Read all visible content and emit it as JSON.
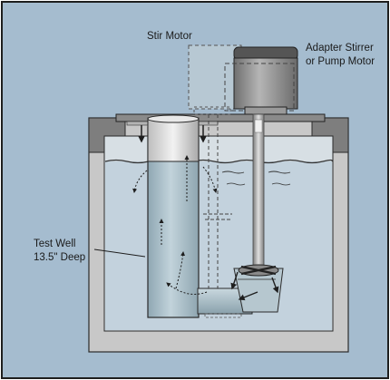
{
  "labels": {
    "stir_motor": "Stir Motor",
    "adapter_line1": "Adapter Stirrer",
    "adapter_line2": "or Pump Motor",
    "test_well_line1": "Test Well",
    "test_well_line2": "13.5\" Deep"
  },
  "colors": {
    "background": "#a5bccf",
    "frame": "#1e1e1e",
    "bath_wall": "#c8c8c8",
    "liquid": "#c3d2dd",
    "well": "#aec2cc",
    "mount_plate": "#8a8a8a",
    "motor": "#8f8f8f"
  }
}
